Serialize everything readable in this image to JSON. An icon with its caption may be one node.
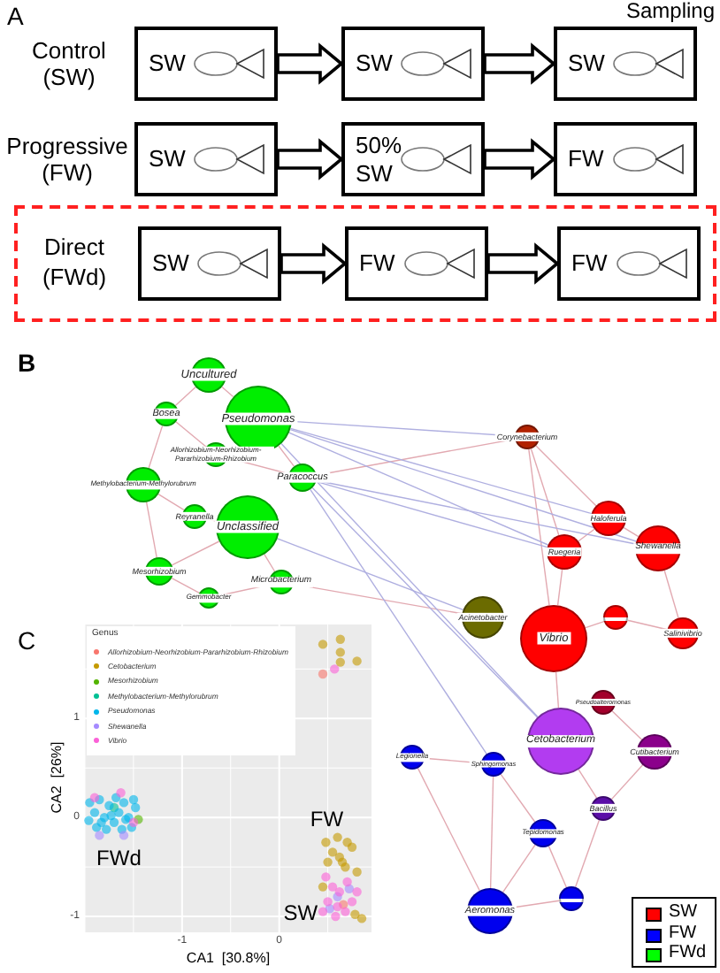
{
  "diagram": {
    "nodes": [
      {
        "text": [
          "SW"
        ]
      },
      {
        "text": [
          "SW"
        ]
      },
      {
        "text": [
          "SW"
        ]
      },
      {
        "text": [
          "SW"
        ]
      },
      {
        "text": [
          "50% SW"
        ]
      },
      {
        "text": [
          "FW"
        ]
      },
      {
        "text": [
          "Direct (FWd)"
        ]
      },
      {
        "text": [
          "SW"
        ],
        "in": 6
      },
      {
        "text": [
          "FW"
        ],
        "in": 6
      },
      {
        "text": [
          "FW"
        ],
        "in": 6
      },
      {
        "text": [
          "Uncultured"
        ]
      },
      {
        "text": [
          "Pseudomonas"
        ]
      },
      {
        "text": [
          "Bosea"
        ]
      },
      {
        "text": [
          "Allorhizobium-Neorhizobium-Pararhizobium-Rhizobium"
        ]
      },
      {
        "text": [
          "Paracoccus"
        ]
      },
      {
        "text": [
          "Methylobacterium-Methylorubrum"
        ]
      },
      {
        "text": [
          "Reyranella"
        ]
      },
      {
        "text": [
          "Unclassified"
        ]
      },
      {
        "text": [
          "Mesorhizobium"
        ]
      },
      {
        "text": [
          "Microbacterium"
        ]
      },
      {
        "text": [
          "Gemmobacter"
        ]
      },
      {
        "text": [
          "Corynebacterium"
        ]
      },
      {
        "text": [
          "Haloferula"
        ]
      },
      {
        "text": [
          "Ruegeria"
        ]
      },
      {
        "text": [
          "Shewanella"
        ]
      },
      {
        "text": [
          "Acinetobacter"
        ]
      },
      {
        "text": [
          "Vibrio"
        ]
      },
      {
        "text": [],
        "shape": "circle"
      },
      {
        "text": [
          "Salinivibrio"
        ]
      },
      {
        "text": [
          "Pseudoalteromonas"
        ]
      },
      {
        "text": [
          "Cetobacterium"
        ]
      },
      {
        "text": [
          "Cutibacterium"
        ]
      },
      {
        "text": [
          "Legionella"
        ]
      },
      {
        "text": [
          "Sphingomonas"
        ]
      },
      {
        "text": [
          "Bacillus"
        ]
      },
      {
        "text": [
          "Tepidomonas"
        ]
      },
      {
        "text": [
          "Aeromonas"
        ]
      },
      {
        "text": [],
        "shape": "circle"
      }
    ],
    "edges": [
      {
        "from": 0,
        "to": 1,
        "arrow": "to",
        "style": "thick"
      },
      {
        "from": 1,
        "to": 2,
        "arrow": "to",
        "style": "thick"
      },
      {
        "from": 3,
        "to": 4,
        "arrow": "to",
        "style": "thick"
      },
      {
        "from": 4,
        "to": 5,
        "arrow": "to",
        "style": "thick"
      },
      {
        "from": 7,
        "to": 8,
        "arrow": "to",
        "style": "thick"
      },
      {
        "from": 8,
        "to": 9,
        "arrow": "to",
        "style": "thick"
      },
      {
        "from": 10,
        "to": 11,
        "arrow": "none",
        "color": "#e2a9b1"
      },
      {
        "from": 10,
        "to": 12,
        "arrow": "none",
        "color": "#e2a9b1"
      },
      {
        "from": 12,
        "to": 13,
        "arrow": "none",
        "color": "#e2a9b1"
      },
      {
        "from": 12,
        "to": 15,
        "arrow": "none",
        "color": "#e2a9b1"
      },
      {
        "from": 13,
        "to": 14,
        "arrow": "none",
        "color": "#e2a9b1"
      },
      {
        "from": 15,
        "to": 16,
        "arrow": "none",
        "color": "#e2a9b1"
      },
      {
        "from": 15,
        "to": 18,
        "arrow": "none",
        "color": "#e2a9b1"
      },
      {
        "from": 16,
        "to": 17,
        "arrow": "none",
        "color": "#e2a9b1"
      },
      {
        "from": 18,
        "to": 20,
        "arrow": "none",
        "color": "#e2a9b1"
      },
      {
        "from": 17,
        "to": 19,
        "arrow": "none",
        "color": "#e2a9b1"
      },
      {
        "from": 11,
        "to": 14,
        "arrow": "none",
        "color": "#e2a9b1"
      },
      {
        "from": 18,
        "to": 17,
        "arrow": "none",
        "color": "#e2a9b1"
      },
      {
        "from": 20,
        "to": 19,
        "arrow": "none",
        "color": "#e2a9b1"
      },
      {
        "from": 21,
        "to": 14,
        "arrow": "none",
        "color": "#e2a9b1"
      },
      {
        "from": 21,
        "to": 22,
        "arrow": "none",
        "color": "#e2a9b1"
      },
      {
        "from": 21,
        "to": 23,
        "arrow": "none",
        "color": "#e2a9b1"
      },
      {
        "from": 21,
        "to": 26,
        "arrow": "none",
        "color": "#e2a9b1"
      },
      {
        "from": 22,
        "to": 24,
        "arrow": "none",
        "color": "#e2a9b1"
      },
      {
        "from": 23,
        "to": 26,
        "arrow": "none",
        "color": "#e2a9b1"
      },
      {
        "from": 26,
        "to": 27,
        "arrow": "none",
        "color": "#e2a9b1"
      },
      {
        "from": 24,
        "to": 28,
        "arrow": "none",
        "color": "#e2a9b1"
      },
      {
        "from": 26,
        "to": 30,
        "arrow": "none",
        "color": "#e2a9b1"
      },
      {
        "from": 29,
        "to": 31,
        "arrow": "none",
        "color": "#e2a9b1"
      },
      {
        "from": 30,
        "to": 34,
        "arrow": "none",
        "color": "#e2a9b1"
      },
      {
        "from": 32,
        "to": 36,
        "arrow": "none",
        "color": "#e2a9b1"
      },
      {
        "from": 33,
        "to": 36,
        "arrow": "none",
        "color": "#e2a9b1"
      },
      {
        "from": 35,
        "to": 36,
        "arrow": "none",
        "color": "#e2a9b1"
      },
      {
        "from": 35,
        "to": 37,
        "arrow": "none",
        "color": "#e2a9b1"
      },
      {
        "from": 34,
        "to": 37,
        "arrow": "none",
        "color": "#e2a9b1"
      },
      {
        "from": 36,
        "to": 37,
        "arrow": "none",
        "color": "#e2a9b1"
      },
      {
        "from": 32,
        "to": 33,
        "arrow": "none",
        "color": "#e2a9b1"
      },
      {
        "from": 33,
        "to": 35,
        "arrow": "none",
        "color": "#e2a9b1"
      },
      {
        "from": 31,
        "to": 34,
        "arrow": "none",
        "color": "#e2a9b1"
      },
      {
        "from": 19,
        "to": 25,
        "arrow": "none",
        "color": "#e2a9b1"
      },
      {
        "from": 27,
        "to": 28,
        "arrow": "none",
        "color": "#e2a9b1"
      },
      {
        "from": 23,
        "to": 22,
        "arrow": "none",
        "color": "#e2a9b1"
      },
      {
        "from": 11,
        "to": 22,
        "arrow": "none",
        "color": "#afafe0"
      },
      {
        "from": 11,
        "to": 23,
        "arrow": "none",
        "color": "#afafe0"
      },
      {
        "from": 14,
        "to": 24,
        "arrow": "none",
        "color": "#afafe0"
      },
      {
        "from": 17,
        "to": 25,
        "arrow": "none",
        "color": "#afafe0"
      },
      {
        "from": 11,
        "to": 21,
        "arrow": "none",
        "color": "#afafe0"
      },
      {
        "from": 14,
        "to": 23,
        "arrow": "none",
        "color": "#afafe0"
      },
      {
        "from": 14,
        "to": 30,
        "arrow": "none",
        "color": "#afafe0"
      },
      {
        "from": 11,
        "to": 30,
        "arrow": "none",
        "color": "#afafe0"
      },
      {
        "from": 14,
        "to": 33,
        "arrow": "none",
        "color": "#afafe0"
      },
      {
        "from": 11,
        "to": 24,
        "arrow": "none",
        "color": "#afafe0"
      }
    ],
    "labels": [
      "A",
      "Sampling",
      "Control (SW)",
      "Progressive (FW)",
      "B",
      "C"
    ],
    "legend": [
      {
        "text": "SW",
        "color": "#ff0000"
      },
      {
        "text": "FW",
        "color": "#0000ff"
      },
      {
        "text": "FWd",
        "color": "#00ff00"
      }
    ],
    "chart_data": {
      "type": "scatter",
      "xlabel": "CA1  [30.8%]",
      "ylabel": "CA2  [26%]",
      "grid": true,
      "legend": {
        "title": "Genus"
      },
      "xlim": [
        -2,
        0.95
      ],
      "ylim": [
        -1.16,
        1.95
      ],
      "xticks": [
        -1,
        0
      ],
      "yticks": [
        -1,
        0,
        1
      ],
      "series": [
        {
          "name": "Allorhizobium-Neorhizobium-Pararhizobium-Rhizobium",
          "color": "#f8766d",
          "x": [
            0.45,
            0.66
          ],
          "values": [
            1.45,
            -0.88
          ]
        },
        {
          "name": "Cetobacterium",
          "color": "#c49a00",
          "x": [
            0.45,
            0.63,
            0.63,
            0.63,
            0.8,
            0.48,
            0.6,
            0.55,
            0.62,
            0.65,
            0.68,
            0.5,
            0.75,
            0.8,
            0.85,
            0.78,
            0.45,
            0.7
          ],
          "values": [
            1.75,
            1.8,
            1.67,
            1.57,
            1.58,
            -0.25,
            -0.2,
            -0.35,
            -0.4,
            -0.45,
            -0.5,
            -0.45,
            -0.3,
            -0.55,
            -1.02,
            -0.98,
            -0.7,
            -0.25
          ]
        },
        {
          "name": "Mesorhizobium",
          "color": "#53b400",
          "x": [
            -1.45
          ],
          "values": [
            -0.02
          ]
        },
        {
          "name": "Methylobacterium-Methylorubrum",
          "color": "#00c094",
          "x": [
            -1.7
          ],
          "values": [
            0.1
          ]
        },
        {
          "name": "Pseudomonas",
          "color": "#00b6eb",
          "x": [
            -1.95,
            -1.9,
            -1.88,
            -1.85,
            -1.8,
            -1.78,
            -1.75,
            -1.7,
            -1.68,
            -1.65,
            -1.62,
            -1.6,
            -1.55,
            -1.52,
            -1.5,
            -1.48,
            -1.83,
            -1.73,
            -1.58,
            -1.96
          ],
          "values": [
            0.15,
            0.05,
            -0.1,
            0.18,
            0.0,
            -0.12,
            0.12,
            -0.05,
            0.2,
            0.05,
            -0.12,
            0.15,
            0.0,
            -0.1,
            0.18,
            0.1,
            -0.05,
            0.02,
            -0.02,
            -0.03
          ]
        },
        {
          "name": "Shewanella",
          "color": "#a58aff",
          "x": [
            -1.85,
            -1.6,
            0.6,
            0.72,
            0.52
          ],
          "values": [
            -0.18,
            -0.18,
            -0.8,
            -0.72,
            -0.92
          ]
        },
        {
          "name": "Vibrio",
          "color": "#fb61d7",
          "x": [
            -1.9,
            -1.63,
            -1.5,
            0.57,
            0.48,
            0.55,
            0.62,
            0.7,
            0.5,
            0.6,
            0.68,
            0.75,
            0.45,
            0.58,
            0.8
          ],
          "values": [
            0.2,
            0.25,
            -0.05,
            1.5,
            -0.6,
            -0.7,
            -0.75,
            -0.65,
            -0.85,
            -0.9,
            -0.95,
            -0.85,
            -0.95,
            -1.0,
            -0.75
          ]
        }
      ],
      "annotations": [
        "FW",
        "SW",
        "FWd"
      ]
    }
  }
}
